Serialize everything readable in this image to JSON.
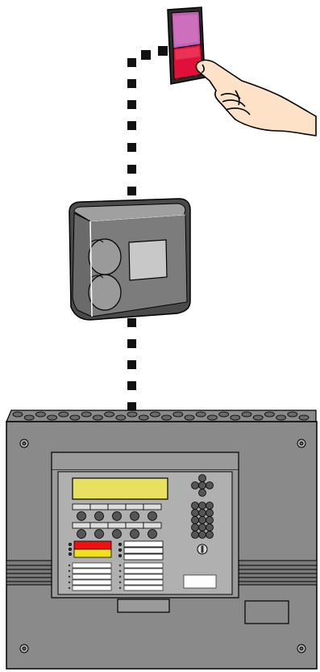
{
  "diagram": {
    "components": [
      {
        "id": "manual-call-point",
        "icon": "push-button-icon"
      },
      {
        "id": "junction-box",
        "icon": "enclosure-icon"
      },
      {
        "id": "fire-alarm-control-panel",
        "icon": "control-panel-icon"
      }
    ],
    "connections": [
      {
        "from": "manual-call-point",
        "to": "junction-box",
        "style": "dotted"
      },
      {
        "from": "junction-box",
        "to": "fire-alarm-control-panel",
        "style": "dotted"
      }
    ]
  },
  "colors": {
    "button_top": "#c060b0",
    "button_bottom": "#e0103a",
    "panel_body": "#8a8a8a",
    "display": "#e8e060",
    "alarm_indicator_red": "#ee1111",
    "alarm_indicator_yellow": "#f0e020",
    "cable": "#111111"
  }
}
